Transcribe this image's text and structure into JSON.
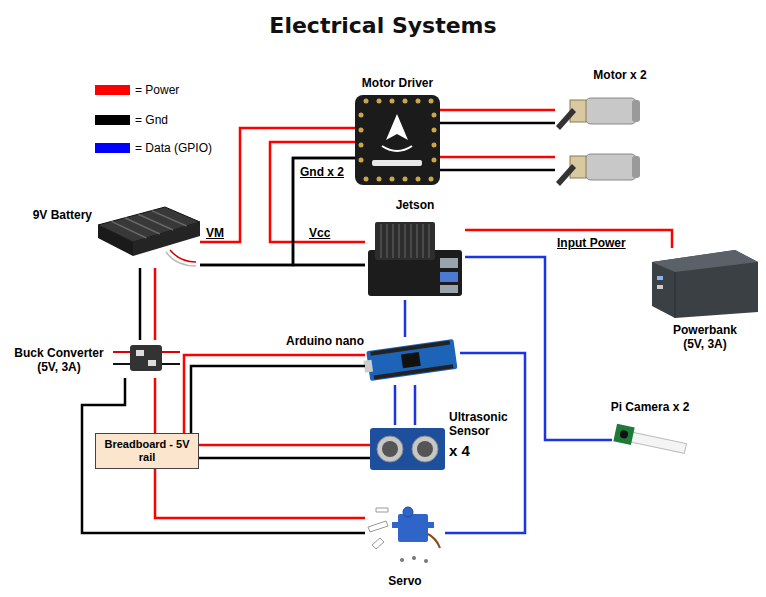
{
  "diagram": {
    "title": "Electrical Systems",
    "nodes": [
      {
        "text": [
          "Motor Driver"
        ]
      },
      {
        "text": [
          "Motor x 2"
        ]
      },
      {
        "text": [
          "9V Battery"
        ]
      },
      {
        "text": [
          "Jetson"
        ]
      },
      {
        "text": [
          "Powerbank (5V, 3A)"
        ]
      },
      {
        "text": [
          "Buck Converter (5V, 3A)"
        ]
      },
      {
        "text": [
          "Arduino nano"
        ]
      },
      {
        "text": [
          "Breadboard - 5V rail"
        ]
      },
      {
        "text": [
          "Ultrasonic Sensor",
          "x 4"
        ]
      },
      {
        "text": [
          "Pi Camera x 2"
        ]
      },
      {
        "text": [
          "Servo"
        ]
      }
    ],
    "edges": [
      {
        "from": 2,
        "to": 0,
        "arrow": "none",
        "label": "VM"
      },
      {
        "from": 3,
        "to": 0,
        "arrow": "none",
        "label": "Vcc"
      },
      {
        "from": 2,
        "to": 3,
        "arrow": "none"
      },
      {
        "from": 0,
        "to": 2,
        "arrow": "none",
        "label": "Gnd x 2"
      },
      {
        "from": 0,
        "to": 3,
        "arrow": "none"
      },
      {
        "from": 0,
        "to": 1,
        "arrow": "none"
      },
      {
        "from": 0,
        "to": 1,
        "arrow": "none"
      },
      {
        "from": 0,
        "to": 1,
        "arrow": "none"
      },
      {
        "from": 0,
        "to": 1,
        "arrow": "none"
      },
      {
        "from": 3,
        "to": 4,
        "arrow": "none",
        "label": "Input Power"
      },
      {
        "from": 2,
        "to": 5,
        "arrow": "none"
      },
      {
        "from": 2,
        "to": 5,
        "arrow": "none"
      },
      {
        "from": 5,
        "to": 7,
        "arrow": "none"
      },
      {
        "from": 5,
        "to": 10,
        "arrow": "none"
      },
      {
        "from": 7,
        "to": 6,
        "arrow": "none"
      },
      {
        "from": 7,
        "to": 6,
        "arrow": "none"
      },
      {
        "from": 7,
        "to": 8,
        "arrow": "none"
      },
      {
        "from": 7,
        "to": 8,
        "arrow": "none"
      },
      {
        "from": 7,
        "to": 10,
        "arrow": "none"
      },
      {
        "from": 3,
        "to": 6,
        "arrow": "none"
      },
      {
        "from": 3,
        "to": 9,
        "arrow": "none"
      },
      {
        "from": 6,
        "to": 8,
        "arrow": "none"
      },
      {
        "from": 6,
        "to": 8,
        "arrow": "none"
      },
      {
        "from": 6,
        "to": 10,
        "arrow": "none"
      }
    ],
    "legend": [
      {
        "text": "= Power",
        "color": "#ff0000"
      },
      {
        "text": "= Gnd",
        "color": "#000000"
      },
      {
        "text": "= Data (GPIO)",
        "color": "#0000ff"
      }
    ]
  }
}
